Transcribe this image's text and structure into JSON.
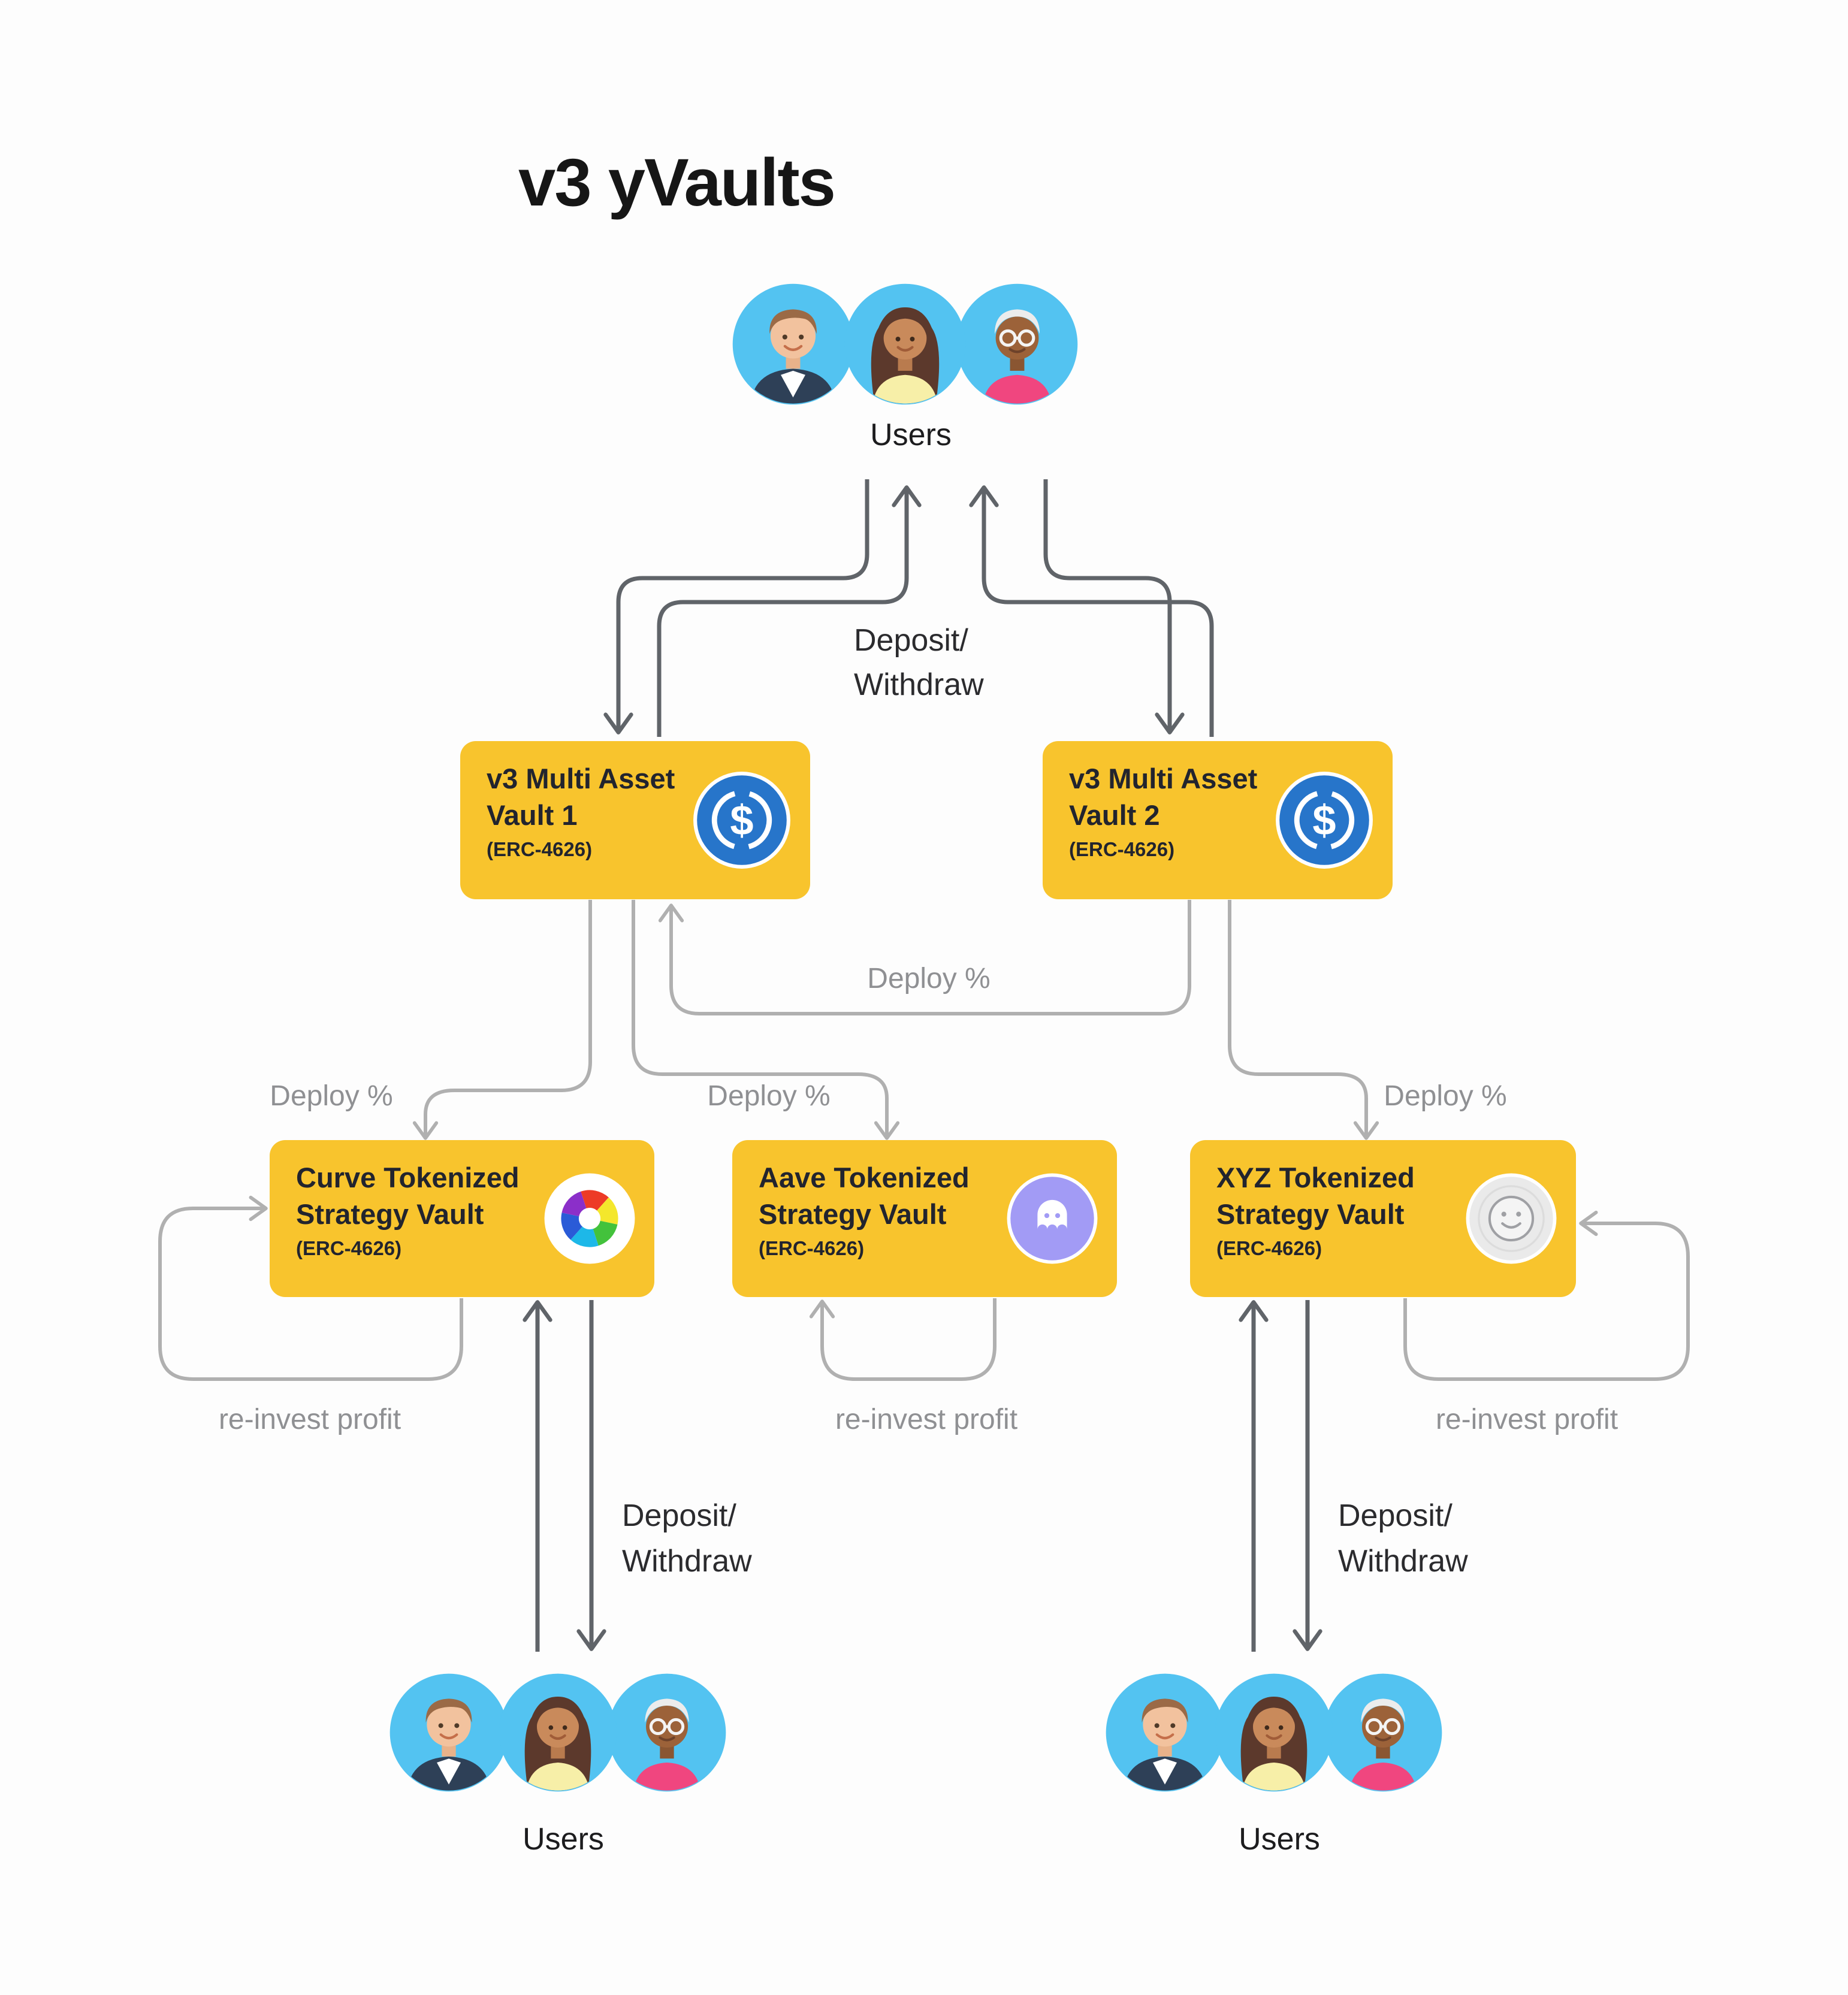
{
  "title": "v3 yVaults",
  "user_groups": {
    "top": {
      "label": "Users"
    },
    "bottom_left": {
      "label": "Users"
    },
    "bottom_right": {
      "label": "Users"
    }
  },
  "vaults": {
    "multi_asset": [
      {
        "line1": "v3 Multi Asset",
        "line2": "Vault 1",
        "standard": "(ERC-4626)",
        "icon": "usdc-icon"
      },
      {
        "line1": "v3 Multi Asset",
        "line2": "Vault 2",
        "standard": "(ERC-4626)",
        "icon": "usdc-icon"
      }
    ],
    "strategies": [
      {
        "line1": "Curve Tokenized",
        "line2": "Strategy Vault",
        "standard": "(ERC-4626)",
        "icon": "curve-icon"
      },
      {
        "line1": "Aave Tokenized",
        "line2": "Strategy Vault",
        "standard": "(ERC-4626)",
        "icon": "aave-ghost-icon"
      },
      {
        "line1": "XYZ Tokenized",
        "line2": "Strategy Vault",
        "standard": "(ERC-4626)",
        "icon": "smiley-coin-icon"
      }
    ]
  },
  "edge_labels": {
    "top_deposit_withdraw_line1": "Deposit/",
    "top_deposit_withdraw_line2": "Withdraw",
    "deploy_between_vaults": "Deploy %",
    "deploy_to_curve": "Deploy %",
    "deploy_to_aave": "Deploy %",
    "deploy_to_xyz": "Deploy %",
    "reinvest_curve": "re-invest profit",
    "reinvest_aave": "re-invest profit",
    "reinvest_xyz": "re-invest profit",
    "bottom_left_deposit_withdraw_line1": "Deposit/",
    "bottom_left_deposit_withdraw_line2": "Withdraw",
    "bottom_right_deposit_withdraw_line1": "Deposit/",
    "bottom_right_deposit_withdraw_line2": "Withdraw"
  },
  "colors": {
    "vault_bg": "#f8c42d",
    "vault_text": "#22242e",
    "arrow_dark": "#606469",
    "arrow_light": "#b0b0b0",
    "label_gray": "#8f9093",
    "label_dark": "#2b2b2e",
    "usdc_blue": "#2775ca",
    "aave_purple": "#a29bf5",
    "avatar_bg_blue": "#53c3f1"
  }
}
